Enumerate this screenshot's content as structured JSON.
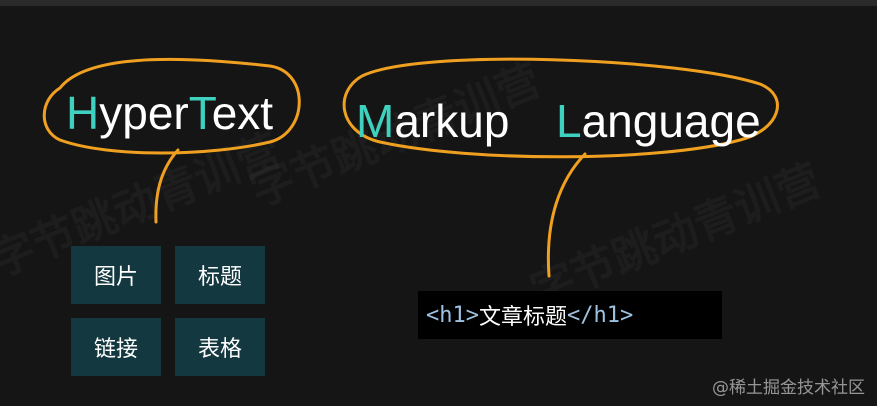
{
  "heading": {
    "part1": {
      "initial": "H",
      "rest": "yper"
    },
    "part2": {
      "initial": "T",
      "rest": "ext"
    },
    "part3": {
      "initial": "M",
      "rest": "arkup"
    },
    "part4": {
      "initial": "L",
      "rest": "anguage"
    }
  },
  "hypertext_examples": [
    "图片",
    "标题",
    "链接",
    "表格"
  ],
  "markup_example": {
    "open_tag": "<h1>",
    "content": "文章标题",
    "close_tag": "</h1>"
  },
  "credit": "@稀土掘金技术社区",
  "watermark_text": "字节跳动青训营",
  "colors": {
    "background": "#151515",
    "highlight": "#3fd1bf",
    "annotation": "#f0a020",
    "tile_bg": "#13383f",
    "tag": "#9ec2e0"
  }
}
